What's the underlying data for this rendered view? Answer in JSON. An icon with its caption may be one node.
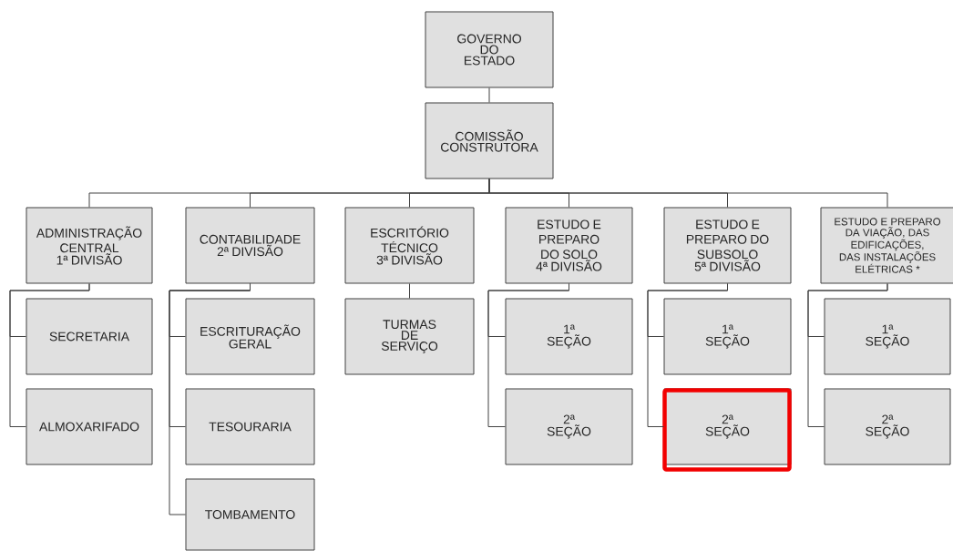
{
  "diagram": {
    "nodes": [
      {
        "text": [
          "GOVERNO DO ESTADO"
        ]
      },
      {
        "text": [
          "COMISSÃO CONSTRUTORA"
        ]
      },
      {
        "text": [
          "ADMINISTRAÇÃO CENTRAL",
          "1ª DIVISÃO"
        ]
      },
      {
        "text": [
          "CONTABILIDADE",
          "2ª DIVISÃO"
        ]
      },
      {
        "text": [
          "ESCRITÓRIO TÉCNICO",
          "3ª DIVISÃO"
        ]
      },
      {
        "text": [
          "ESTUDO E PREPARO DO SOLO",
          "4ª DIVISÃO"
        ]
      },
      {
        "text": [
          "ESTUDO E PREPARO DO SUBSOLO",
          "5ª DIVISÃO"
        ]
      },
      {
        "text": [
          "ESTUDO E PREPARO DA VIAÇÃO, DAS EDIFICAÇÕES, DAS INSTALAÇÕES ELÉTRICAS *"
        ]
      },
      {
        "text": [
          "SECRETARIA"
        ]
      },
      {
        "text": [
          "ESCRITURAÇÃO GERAL"
        ]
      },
      {
        "text": [
          "TURMAS DE SERVIÇO"
        ]
      },
      {
        "text": [
          "1ª SEÇÃO"
        ]
      },
      {
        "text": [
          "1ª SEÇÃO"
        ]
      },
      {
        "text": [
          "1ª SEÇÃO"
        ]
      },
      {
        "text": [
          "ALMOXARIFADO"
        ]
      },
      {
        "text": [
          "TESOURARIA"
        ]
      },
      {
        "text": [
          "2ª SEÇÃO"
        ]
      },
      {
        "text": [],
        "shape": "box"
      },
      {
        "text": [
          "2ª SEÇÃO"
        ],
        "in": 17
      },
      {
        "text": [
          "2ª SEÇÃO"
        ]
      },
      {
        "text": [
          "TOMBAMENTO"
        ]
      }
    ],
    "edges": [
      {
        "from": 0,
        "to": 1,
        "arrow": "none"
      },
      {
        "from": 1,
        "to": 2,
        "arrow": "none"
      },
      {
        "from": 1,
        "to": 3,
        "arrow": "none"
      },
      {
        "from": 1,
        "to": 4,
        "arrow": "none"
      },
      {
        "from": 1,
        "to": 5,
        "arrow": "none"
      },
      {
        "from": 1,
        "to": 6,
        "arrow": "none"
      },
      {
        "from": 1,
        "to": 7,
        "arrow": "none"
      },
      {
        "from": 2,
        "to": 8,
        "arrow": "none"
      },
      {
        "from": 2,
        "to": 14,
        "arrow": "none"
      },
      {
        "from": 3,
        "to": 9,
        "arrow": "none"
      },
      {
        "from": 3,
        "to": 15,
        "arrow": "none"
      },
      {
        "from": 3,
        "to": 20,
        "arrow": "none"
      },
      {
        "from": 4,
        "to": 10,
        "arrow": "none"
      },
      {
        "from": 5,
        "to": 11,
        "arrow": "none"
      },
      {
        "from": 5,
        "to": 16,
        "arrow": "none"
      },
      {
        "from": 6,
        "to": 12,
        "arrow": "none"
      },
      {
        "from": 6,
        "to": 18,
        "arrow": "none"
      },
      {
        "from": 7,
        "to": 13,
        "arrow": "none"
      },
      {
        "from": 7,
        "to": 19,
        "arrow": "none"
      }
    ]
  }
}
